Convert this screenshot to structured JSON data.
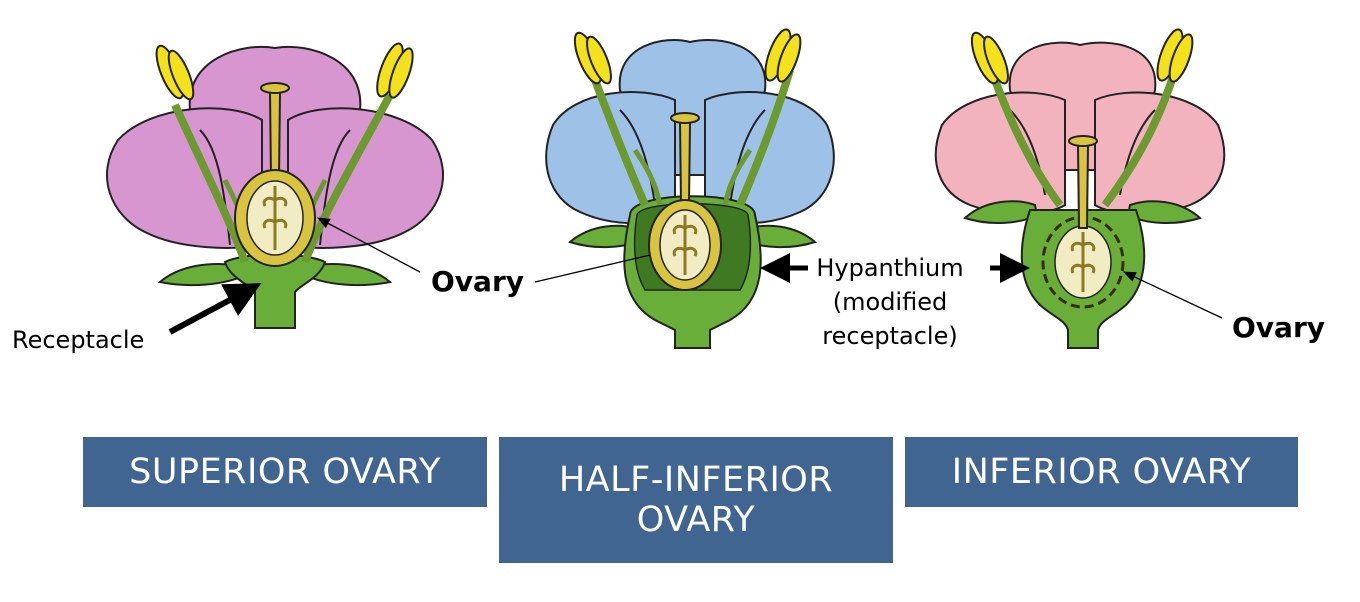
{
  "labels": {
    "ovary_left": "Ovary",
    "receptacle": "Receptacle",
    "hypanthium_line1": "Hypanthium",
    "hypanthium_line2": "(modified",
    "hypanthium_line3": "receptacle)",
    "ovary_right": "Ovary"
  },
  "captions": {
    "superior": "SUPERIOR OVARY",
    "half_inferior": "HALF-INFERIOR OVARY",
    "inferior": "INFERIOR OVARY"
  },
  "colors": {
    "superior_petals": "#d796d0",
    "half_petals": "#9ec1e8",
    "inferior_petals": "#f2b3bf",
    "receptacle_green": "#6aae3a",
    "stamen_green": "#6b9a2e",
    "anther_yellow": "#f3e11c",
    "pistil_yellow": "#d8c441",
    "ovary_inner": "#f1ecc3",
    "caption_bg": "#416591"
  }
}
